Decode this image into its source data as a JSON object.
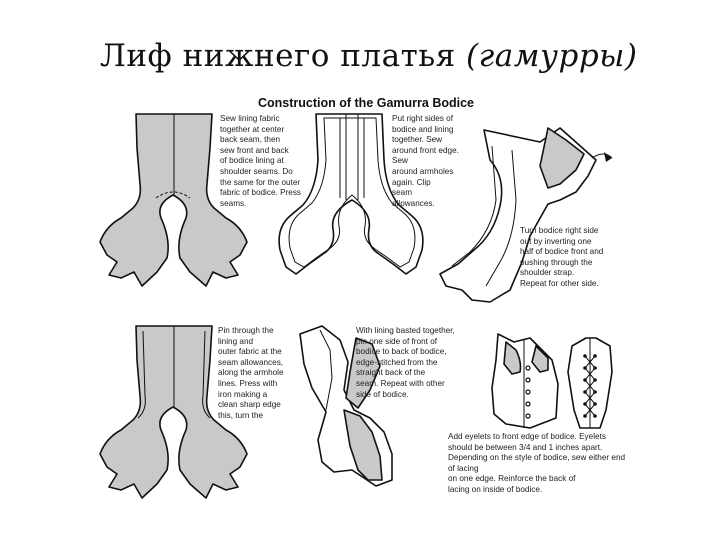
{
  "slide": {
    "title_main": "Лиф нижнего платья",
    "title_paren": "(гамурры)"
  },
  "diagram": {
    "title": "Construction of the Gamurra Bodice"
  },
  "notes": {
    "step1": "Sew lining fabric\ntogether at center\nback seam, then\nsew front and back\nof bodice lining at\nshoulder seams. Do\nthe same for the outer\nfabric of bodice. Press\nseams.",
    "step2": "Put right sides of\nbodice and lining\ntogether. Sew\naround front edge.\nSew\naround armholes\nagain. Clip\nseam\nallowances.",
    "step3": "Turn bodice right side\nout by inverting one\nhalf of bodice front and\npushing through the\nshoulder strap.\nRepeat for other side.",
    "step4": "Pin through the\nlining and\nouter fabric at the\nseam allowances,\nalong the armhole\nlines. Press with\niron making a\nclean sharp edge\nthis, turn the",
    "step5": "With lining basted together,\npin one side of front of\nbodice to back of bodice,\nedge-stitched from the\nstraight back of the\nseam. Repeat with other\nside of bodice.",
    "step6": "Add eyelets to front edge of bodice. Eyelets\nshould be between 3/4 and 1 inches apart.\nDepending on the style of bodice, sew either end of lacing\non one edge. Reinforce the back of\nlacing on inside of bodice."
  },
  "colors": {
    "fabric_fill": "#c9c9c9",
    "outline": "#111111",
    "background": "#ffffff"
  }
}
